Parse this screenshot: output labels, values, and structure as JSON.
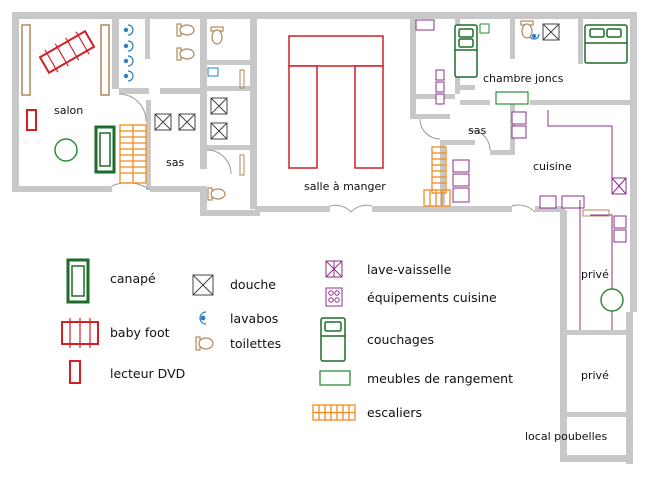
{
  "rooms": {
    "salon": "salon",
    "sas_left": "sas",
    "salle_a_manger": "salle à manger",
    "chambre_joncs": "chambre joncs",
    "sas_right": "sas",
    "cuisine": "cuisine",
    "prive_1": "privé",
    "prive_2": "privé",
    "local_poubelles": "local poubelles"
  },
  "legend": {
    "canape": "canapé",
    "baby_foot": "baby foot",
    "lecteur_dvd": "lecteur DVD",
    "douche": "douche",
    "lavabos": "lavabos",
    "toilettes": "toilettes",
    "lave_vaisselle": "lave-vaisselle",
    "equipements_cuisine": "équipements cuisine",
    "couchages": "couchages",
    "meubles_rangement": "meubles de rangement",
    "escaliers": "escaliers"
  },
  "colors": {
    "wall": "#c8c8c8",
    "sofa": "#1e6b2a",
    "red": "#d21f26",
    "green": "#2e8b3a",
    "purple": "#8b2f8b",
    "orange": "#f08a1e",
    "blue": "#2a7fc1",
    "toilet": "#b0885a"
  }
}
